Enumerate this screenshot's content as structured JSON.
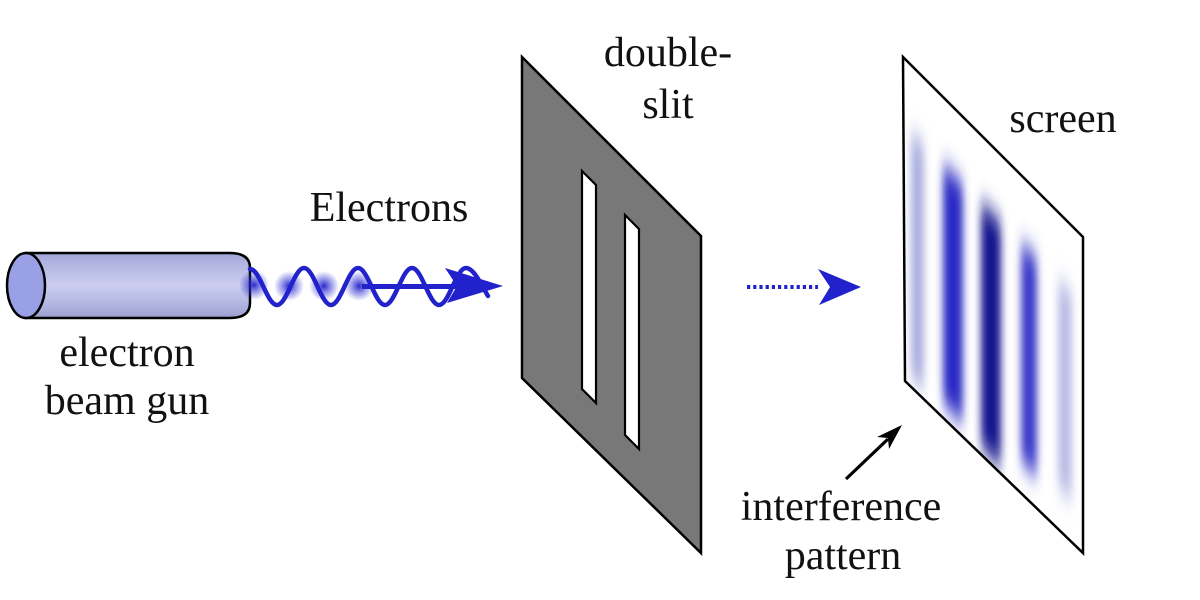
{
  "labels": {
    "gun": {
      "line1": "electron",
      "line2": "beam gun"
    },
    "electrons": "Electrons",
    "double_slit": {
      "line1": "double-",
      "line2": "slit"
    },
    "screen": "screen",
    "interference": {
      "line1": "interference",
      "line2": "pattern"
    }
  },
  "colors": {
    "beam-blue": "#2222cc",
    "gun-body": "#c9cbee",
    "gun-cap": "#99a0e6",
    "barrier-gray": "#787878",
    "slit-white": "#ffffff",
    "fringe-pale": "#9ba1d8",
    "fringe-strong": "#2b2bc4",
    "fringe-dark": "#15158e",
    "fringe-strong2": "#3a3ac9",
    "fringe-pale2": "#abb0e0",
    "arrow-black": "#000000",
    "text": "#111111"
  },
  "fringes": {
    "count": 5,
    "order_left_to_right": [
      "faint",
      "strong",
      "strongest",
      "strong",
      "faint"
    ]
  }
}
